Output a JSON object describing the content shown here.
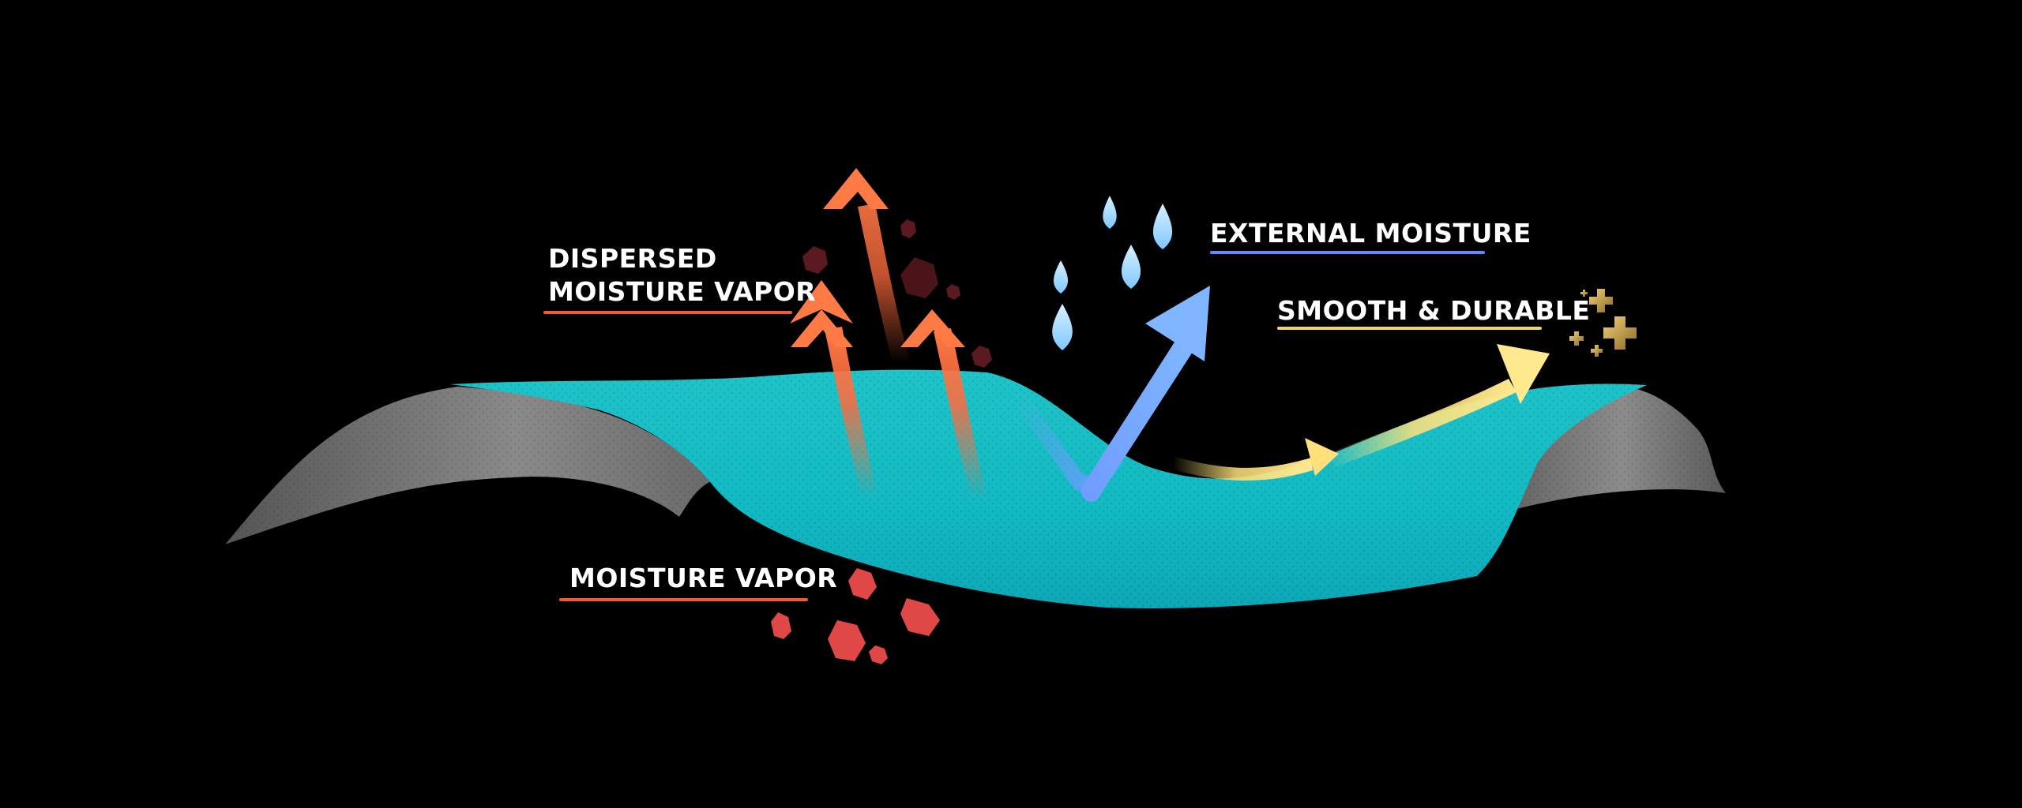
{
  "labels": {
    "dispersed_vapor": [
      "DISPERSED",
      "MOISTURE VAPOR"
    ],
    "moisture_vapor": "MOISTURE VAPOR",
    "external_moisture": "EXTERNAL MOISTURE",
    "smooth_durable": "SMOOTH & DURABLE"
  },
  "colors": {
    "background": "#000000",
    "membrane": "#14c3c8",
    "outer_fabric": "#7a7a7a",
    "vapor_arrow": "#ff6a3d",
    "vapor_particle": "#e04848",
    "water": "#7ec8ff",
    "water_arrow": "#6fa8ff",
    "smooth_arrow": "#ffe07a",
    "sparkle": "#c9a24a",
    "underline_vapor": "#f05a3a",
    "underline_water": "#5b8cff",
    "underline_smooth": "#f3d46a"
  },
  "icons": {
    "vapor_arrow": "arrow-up-icon",
    "water_drop": "water-drop-icon",
    "deflect_arrow": "arrow-up-right-icon",
    "sparkle": "plus-sparkle-icon"
  }
}
